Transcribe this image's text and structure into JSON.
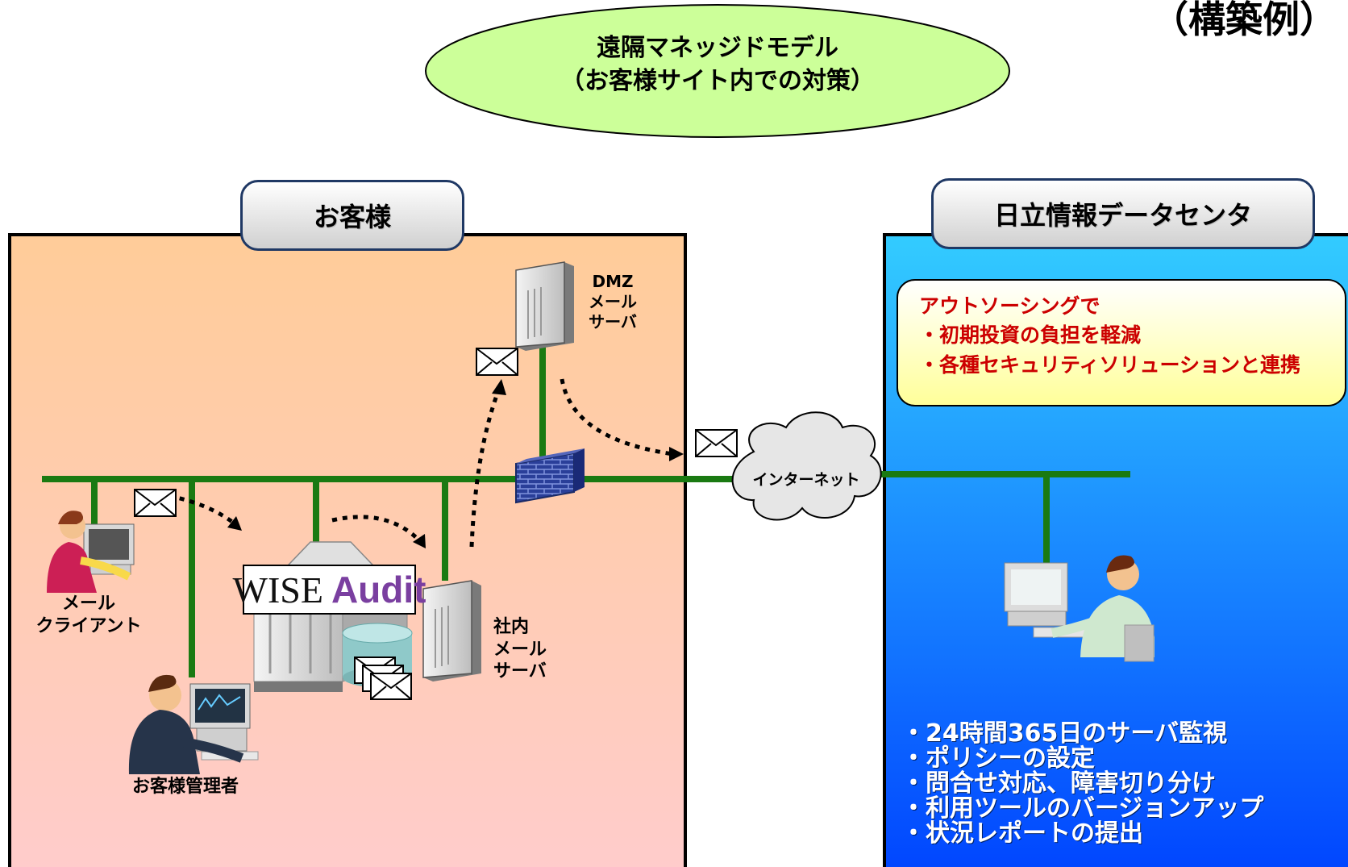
{
  "header": {
    "corner_title": "（構築例）",
    "model_title_line1": "遠隔マネッジドモデル",
    "model_title_line2": "（お客様サイト内での対策）"
  },
  "customer": {
    "title": "お客様",
    "dmz_label": "DMZ\nメール\nサーバ",
    "mail_client_label": "メール\nクライアント",
    "admin_label": "お客様管理者",
    "internal_server_label": "社内\nメール\nサーバ",
    "product_logo_word1": "WISE",
    "product_logo_word2": "Audit"
  },
  "internet_label": "インターネット",
  "datacenter": {
    "title": "日立情報データセンタ",
    "outsourcing_heading": "アウトソーシングで",
    "outsourcing_points": [
      "・初期投資の負担を軽減",
      "・各種セキュリティソリューションと連携"
    ],
    "services": [
      "・24時間365日のサーバ監視",
      "・ポリシーの設定",
      "・問合せ対応、障害切り分け",
      "・利用ツールのバージョンアップ",
      "・状況レポートの提出"
    ]
  },
  "colors": {
    "network_line": "#1a7a12",
    "outsourcing_text": "#cc0000",
    "ellipse_fill": "#ccff99"
  }
}
